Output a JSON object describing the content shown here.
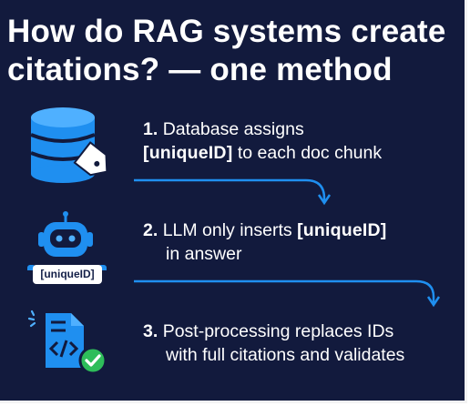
{
  "title_line1": "How do RAG systems create",
  "title_line2": "citations? — one method",
  "steps": [
    {
      "number": "1.",
      "line1": "Database assigns",
      "code": "[uniqueID]",
      "line2_rest": " to each doc chunk"
    },
    {
      "number": "2.",
      "line1": "LLM only inserts ",
      "code": "[uniqueID]",
      "line2": "in answer"
    },
    {
      "number": "3.",
      "line1": "Post-processing replaces IDs",
      "line2": "with full citations and validates"
    }
  ],
  "badge_text": "[uniqueID]",
  "icons": [
    "database-icon",
    "tag-icon",
    "robot-icon",
    "code-file-icon",
    "checkmark-icon"
  ],
  "colors": {
    "background": "#121a3d",
    "accent_blue": "#1f8ff0",
    "check_green": "#2ebd5a"
  }
}
